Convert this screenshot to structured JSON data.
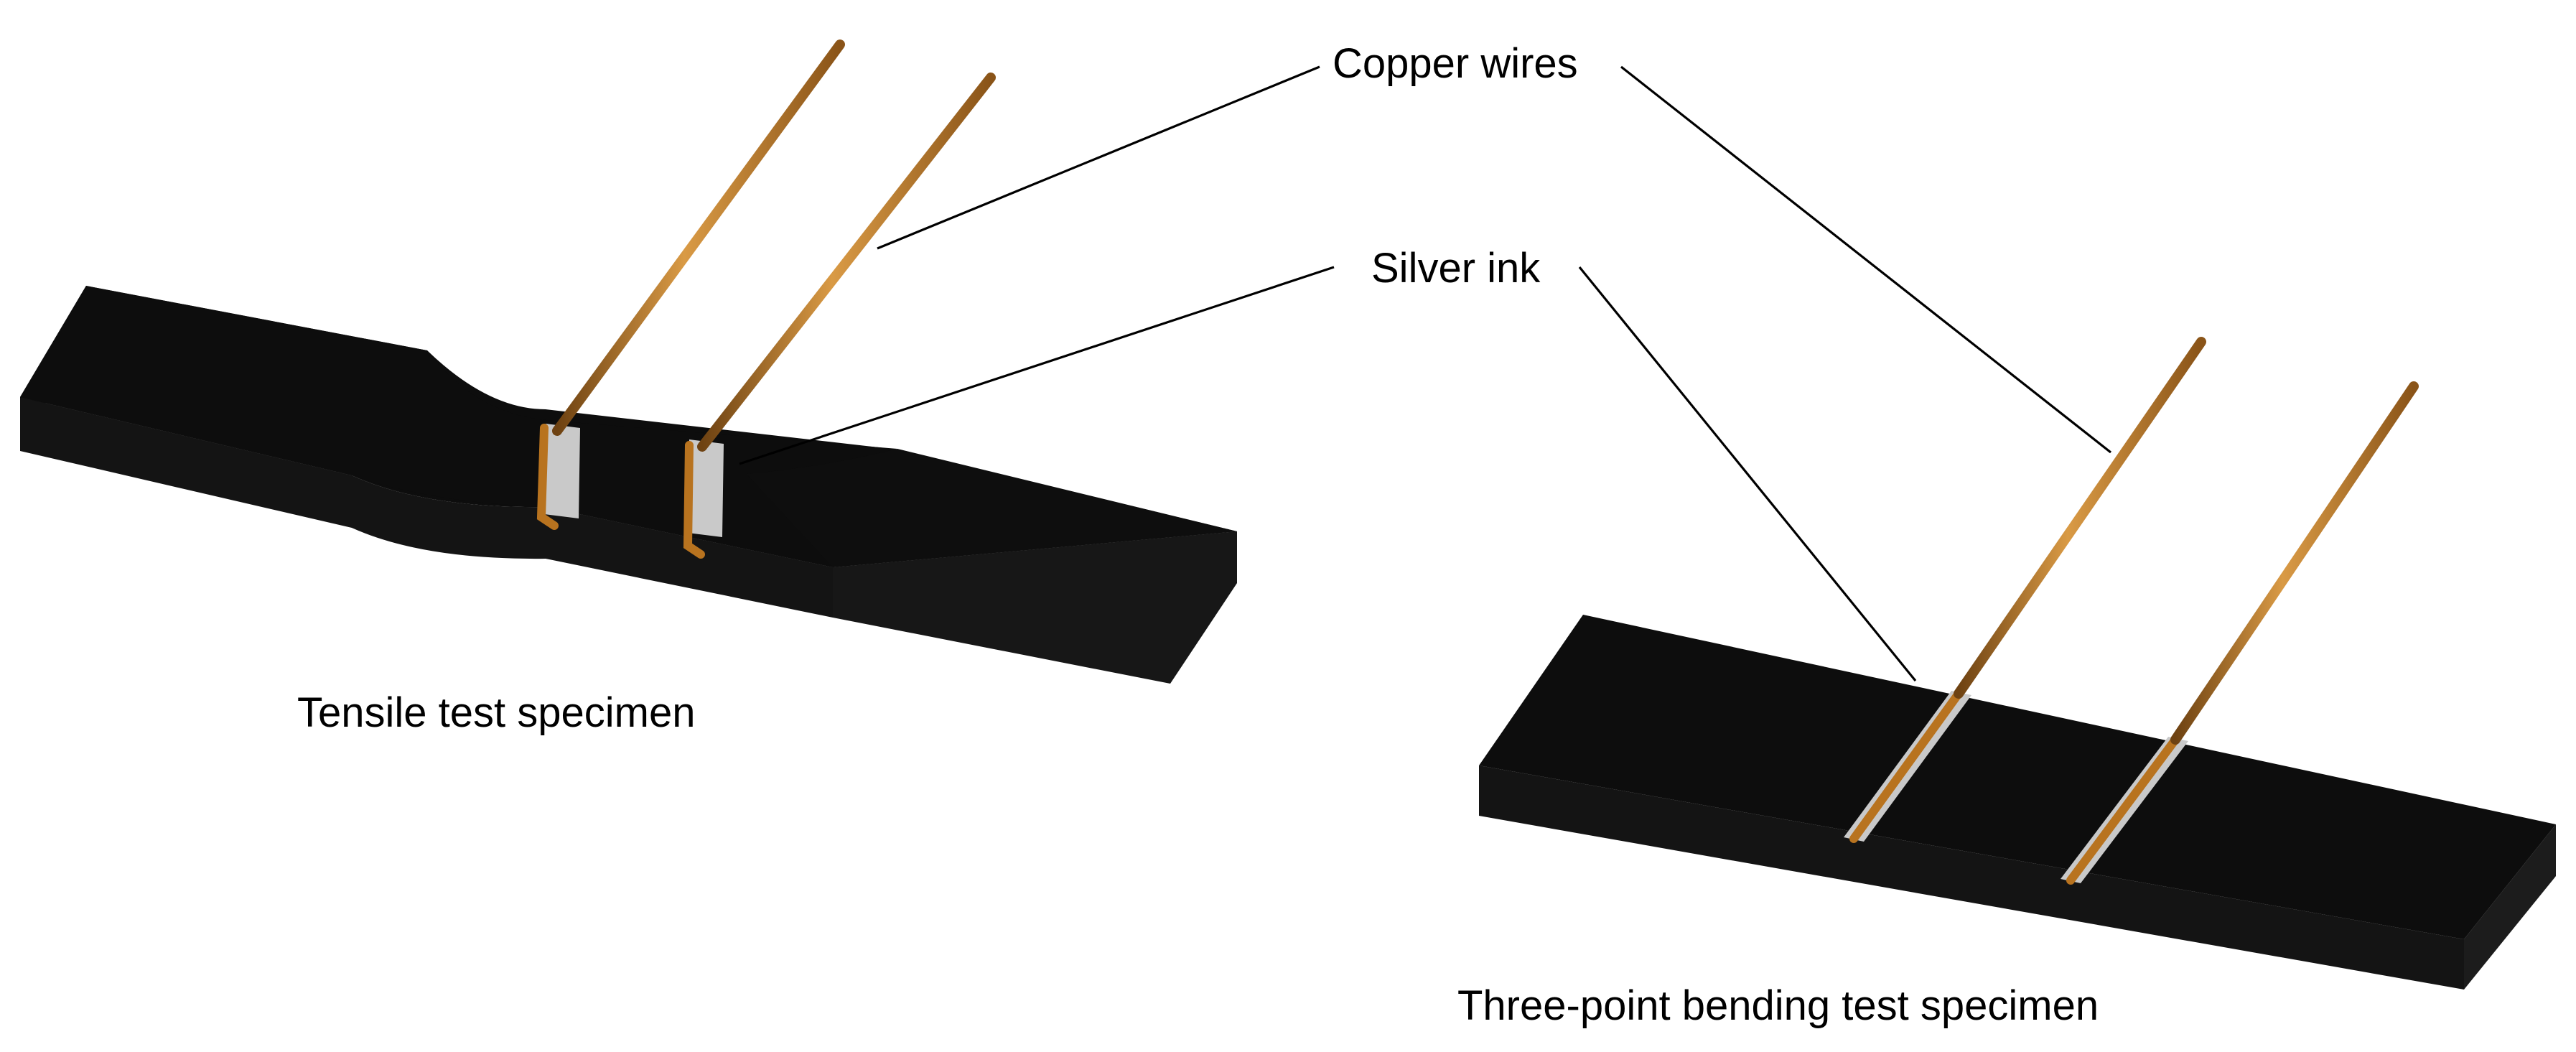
{
  "labels": {
    "copper_wires": "Copper wires",
    "silver_ink": "Silver ink",
    "tensile_specimen": "Tensile test specimen",
    "bending_specimen": "Three-point bending test specimen"
  },
  "colors": {
    "specimen_top": "#0d0d0d",
    "specimen_side": "#1e1e1e",
    "specimen_front": "#141414",
    "copper": "#b8731f",
    "copper_highlight": "#d99a45",
    "copper_shadow": "#6e4212",
    "silver_ink": "#c9c9c9",
    "leader_line": "#000000"
  }
}
